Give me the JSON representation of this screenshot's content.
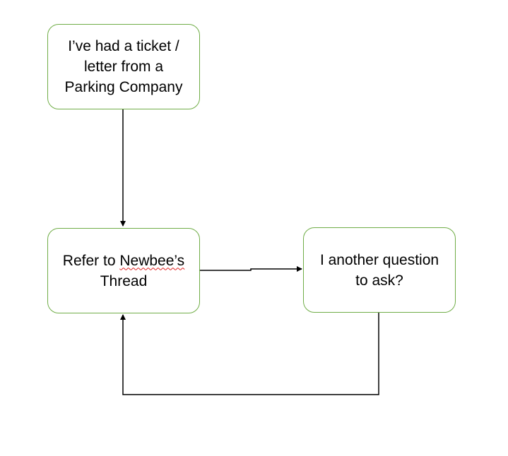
{
  "diagram": {
    "nodes": {
      "start": {
        "lines": [
          "I’ve had a ticket /",
          "letter from a",
          "Parking Company"
        ]
      },
      "refer": {
        "line1_prefix": "Refer to ",
        "line1_word": "Newbee’s",
        "line2": "Thread"
      },
      "question": {
        "lines": [
          "I another question",
          "to ask?"
        ]
      }
    },
    "colors": {
      "node_border": "#70ad47",
      "connector": "#000000",
      "spellcheck_underline": "#e02020"
    }
  }
}
